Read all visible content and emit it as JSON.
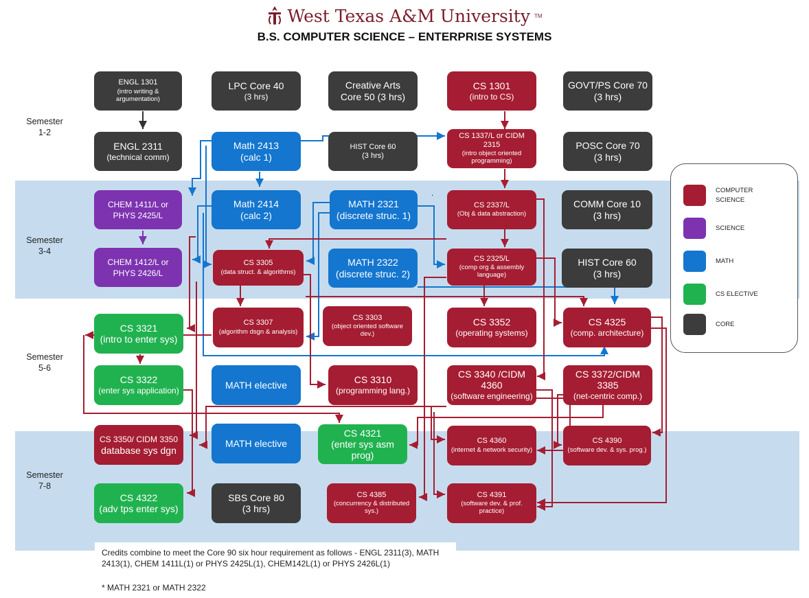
{
  "header": {
    "university": "West Texas A&M University",
    "tm": "TM",
    "title": "B.S. COMPUTER SCIENCE – ENTERPRISE SYSTEMS"
  },
  "colors": {
    "cs": "#a51d32",
    "science": "#7d33b0",
    "math": "#1476cf",
    "cs_elective": "#21b250",
    "core": "#3c3c3c",
    "band": "#c6dcee"
  },
  "semesters": {
    "s12": "Semester\n1-2",
    "s34": "Semester\n3-4",
    "s56": "Semester\n5-6",
    "s78": "Semester\n7-8"
  },
  "courses": {
    "engl1301": {
      "l1": "ENGL 1301",
      "l2": "(intro writing & argumentation)"
    },
    "lpc40": {
      "l1": "LPC Core  40",
      "l2": "(3 hrs)"
    },
    "creative": {
      "l1": "Creative Arts",
      "l2": "Core 50 (3 hrs)"
    },
    "cs1301": {
      "l1": "CS 1301",
      "l2": "(intro to CS)"
    },
    "govt70": {
      "l1": "GOVT/PS Core 70",
      "l2": "(3 hrs)"
    },
    "engl2311": {
      "l1": "ENGL 2311",
      "l2": "(technical comm)"
    },
    "math2413": {
      "l1": "Math 2413",
      "l2": "(calc 1)"
    },
    "hist60a": {
      "l1": "HIST Core 60",
      "l2": "(3 hrs)"
    },
    "cs1337": {
      "l1": "CS 1337/L or CIDM 2315",
      "l2": "(intro object oriented programming)"
    },
    "posc70": {
      "l1": "POSC Core 70",
      "l2": "(3 hrs)"
    },
    "chem1411": {
      "l1": "CHEM 1411/L or",
      "l2": "PHYS 2425/L"
    },
    "math2414": {
      "l1": "Math 2414",
      "l2": "(calc 2)"
    },
    "math2321": {
      "l1": "MATH 2321",
      "l2": "(discrete struc. 1)"
    },
    "cs2337": {
      "l1": "CS 2337/L",
      "l2": "(Obj & data abstraction)"
    },
    "comm10": {
      "l1": "COMM Core 10",
      "l2": "(3 hrs)"
    },
    "chem1412": {
      "l1": "CHEM 1412/L or",
      "l2": "PHYS 2426/L"
    },
    "cs3305": {
      "l1": "CS 3305",
      "l2": "(data struct. & algorithms)"
    },
    "math2322": {
      "l1": "MATH 2322",
      "l2": "(discrete struc. 2)"
    },
    "cs2325": {
      "l1": "CS 2325/L",
      "l2": "(comp org & assembly language)"
    },
    "hist60b": {
      "l1": "HIST Core 60",
      "l2": "(3 hrs)"
    },
    "cs3321": {
      "l1": "CS 3321",
      "l2": "(intro to enter sys)"
    },
    "cs3307": {
      "l1": "CS 3307",
      "l2": "(algorithm dsgn & analysis)"
    },
    "cs3303": {
      "l1": "CS 3303",
      "l2": "(object oriented software dev.)"
    },
    "cs3352": {
      "l1": "CS 3352",
      "l2": "(operating systems)"
    },
    "cs4325": {
      "l1": "CS 4325",
      "l2": "(comp. architecture)"
    },
    "cs3322": {
      "l1": "CS 3322",
      "l2": "(enter sys application)"
    },
    "mathelec1": {
      "l1": "MATH elective",
      "l2": ""
    },
    "cs3310": {
      "l1": "CS 3310",
      "l2": "(programming lang.)"
    },
    "cs3340": {
      "l1": "CS 3340 /CIDM 4360",
      "l2": "(software engineering)"
    },
    "cs3372": {
      "l1": "CS 3372/CIDM 3385",
      "l2": "(net-centric comp.)"
    },
    "cs3350": {
      "l1": "CS 3350/ CIDM 3350",
      "l2": "database sys dgn"
    },
    "mathelec2": {
      "l1": "MATH elective",
      "l2": ""
    },
    "cs4321": {
      "l1": "CS 4321",
      "l2": "(enter sys asm prog)"
    },
    "cs4360": {
      "l1": "CS 4360",
      "l2": "(internet & network security)"
    },
    "cs4390": {
      "l1": "CS 4390",
      "l2": "(software dev. & sys. prog.)"
    },
    "cs4322": {
      "l1": "CS 4322",
      "l2": "(adv tps enter sys)"
    },
    "sbs80": {
      "l1": "SBS Core 80",
      "l2": "(3 hrs)"
    },
    "cs4385": {
      "l1": "CS 4385",
      "l2": "(concurrency & distributed sys.)"
    },
    "cs4391": {
      "l1": "CS 4391",
      "l2": "(software dev. & prof. practice)"
    }
  },
  "legend": [
    {
      "key": "cs",
      "label": "COMPUTER\nSCIENCE"
    },
    {
      "key": "science",
      "label": "SCIENCE"
    },
    {
      "key": "math",
      "label": "MATH"
    },
    {
      "key": "cs_elective",
      "label": "CS ELECTIVE"
    },
    {
      "key": "core",
      "label": "CORE"
    }
  ],
  "notes": {
    "credits": "Credits combine to meet the Core 90 six hour requirement as follows - ENGL 2311(3), MATH 2413(1), CHEM 1411L(1) or PHYS 2425L(1), CHEM142L(1) or PHYS 2426L(1)",
    "footnote": "* MATH 2321 or MATH 2322",
    "dot": "."
  }
}
